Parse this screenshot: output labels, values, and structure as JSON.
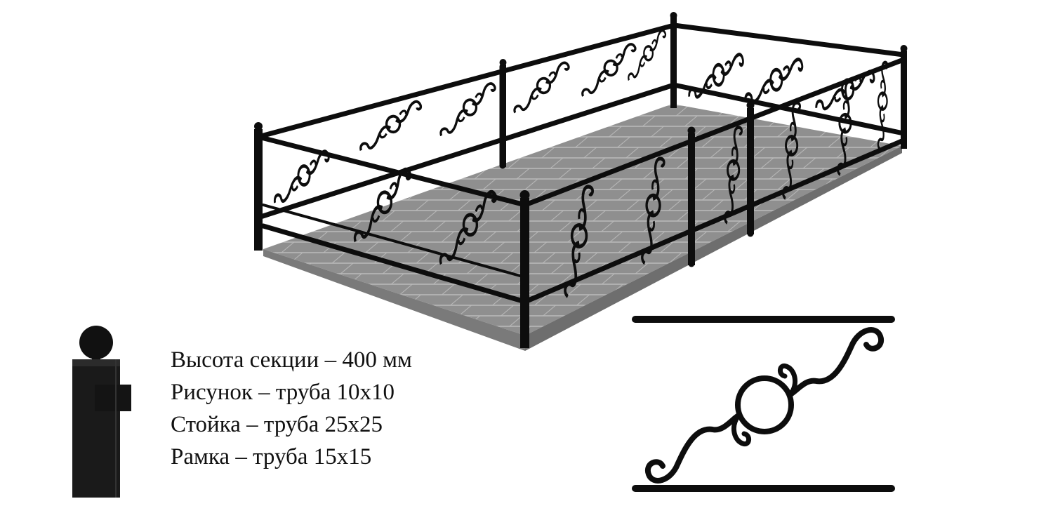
{
  "specs": [
    "Высота секции – 400 мм",
    "Рисунок – труба 10x10",
    "Стойка – труба 25x25",
    "Рамка – труба 15x15"
  ],
  "colors": {
    "background": "#ffffff",
    "metal": "#0d0d0d",
    "tile": "#8f8f8f",
    "tile_joint": "#b9b9b9",
    "slab_edge": "#7a7a7a"
  },
  "illustrations": [
    "fence-render",
    "post-detail",
    "scroll-pattern-detail"
  ]
}
